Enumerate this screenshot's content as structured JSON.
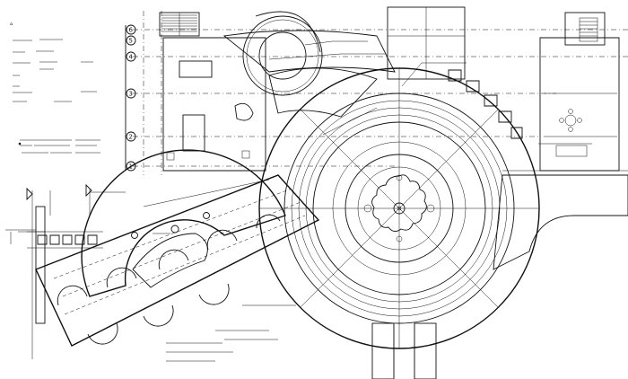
{
  "drawing": {
    "legend": {
      "heading": "",
      "items": [
        "",
        "",
        "",
        "",
        "",
        "",
        ""
      ],
      "notes": [
        "",
        "",
        ""
      ]
    },
    "grid_bubbles": [
      "6",
      "5",
      "4",
      "3",
      "2",
      "1"
    ],
    "callouts": [
      "",
      "",
      "",
      "",
      "",
      ""
    ],
    "colors": {
      "ink": "#111111",
      "paper": "#ffffff",
      "hatch": "#333333"
    }
  }
}
